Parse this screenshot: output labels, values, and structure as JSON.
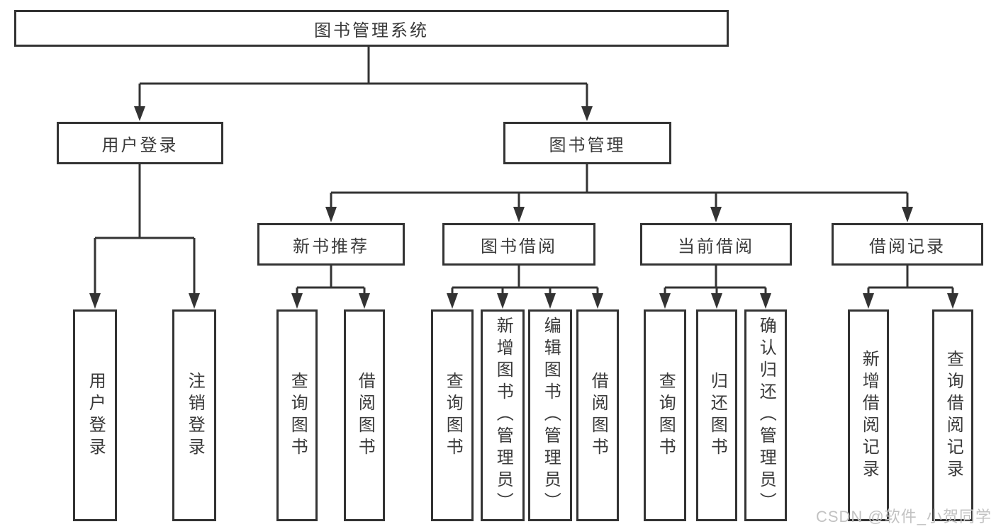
{
  "tree": {
    "root": {
      "label": "图书管理系统",
      "children": [
        {
          "label": "用户登录",
          "children": [
            {
              "label": "用户登录"
            },
            {
              "label": "注销登录"
            }
          ]
        },
        {
          "label": "图书管理",
          "children": [
            {
              "label": "新书推荐",
              "children": [
                {
                  "label": "查询图书"
                },
                {
                  "label": "借阅图书"
                }
              ]
            },
            {
              "label": "图书借阅",
              "children": [
                {
                  "label": "查询图书"
                },
                {
                  "label": "新增图书（管理员）"
                },
                {
                  "label": "编辑图书（管理员）"
                },
                {
                  "label": "借阅图书"
                }
              ]
            },
            {
              "label": "当前借阅",
              "children": [
                {
                  "label": "查询图书"
                },
                {
                  "label": "归还图书"
                },
                {
                  "label": "确认归还（管理员）"
                }
              ]
            },
            {
              "label": "借阅记录",
              "children": [
                {
                  "label": "新增借阅记录"
                },
                {
                  "label": "查询借阅记录"
                }
              ]
            }
          ]
        }
      ]
    }
  },
  "watermark": "CSDN @软件_小贺同学",
  "colors": {
    "line": "#333333",
    "text": "#3a3a3a",
    "watermark": "#c2c2c2",
    "background": "#ffffff"
  }
}
